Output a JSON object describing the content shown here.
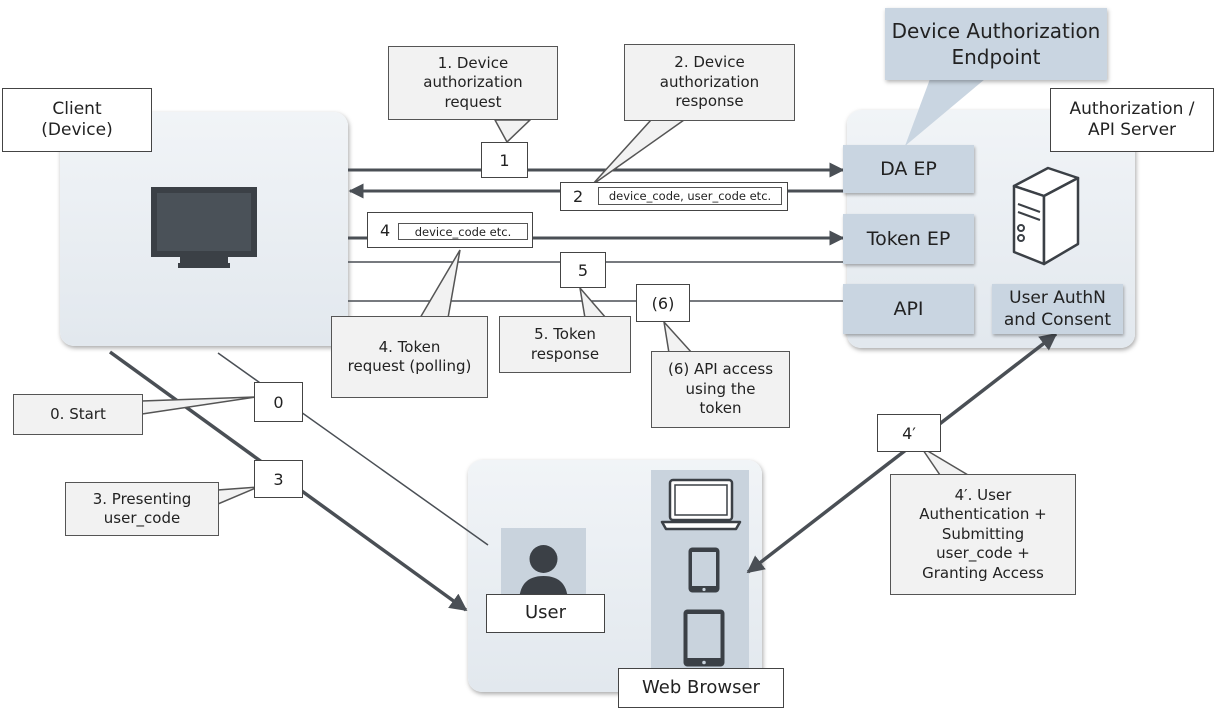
{
  "client": {
    "label": "Client\n(Device)"
  },
  "server": {
    "label": "Authorization /\nAPI Server"
  },
  "da_endpoint_title": "Device Authorization\nEndpoint",
  "endpoints": {
    "da_ep": "DA EP",
    "token_ep": "Token EP",
    "api": "API",
    "user_authn": "User AuthN\nand Consent"
  },
  "steps": {
    "s0": "0",
    "s1": "1",
    "s2": "2",
    "s3": "3",
    "s4": "4",
    "s5": "5",
    "s6": "(6)",
    "s4p": "4′"
  },
  "payloads": {
    "p2": "device_code, user_code etc.",
    "p4": "device_code etc."
  },
  "callouts": {
    "c0": "0. Start",
    "c1": "1. Device\nauthorization\nrequest",
    "c2": "2. Device\nauthorization\nresponse",
    "c3": "3. Presenting\nuser_code",
    "c4": "4. Token\nrequest (polling)",
    "c5": "5. Token\nresponse",
    "c6": "(6) API access\nusing the\ntoken",
    "c4p": "4′. User\nAuthentication +\nSubmitting\nuser_code +\nGranting Access"
  },
  "user": {
    "label": "User"
  },
  "browser": {
    "label": "Web Browser"
  },
  "icons": [
    "monitor-icon",
    "server-icon",
    "user-icon",
    "laptop-icon",
    "tablet-icon"
  ],
  "colors": {
    "panel": "#e6ebf0",
    "endpoint": "#c9d5e1",
    "line": "#4a4f55",
    "callout": "#f2f2f2"
  }
}
